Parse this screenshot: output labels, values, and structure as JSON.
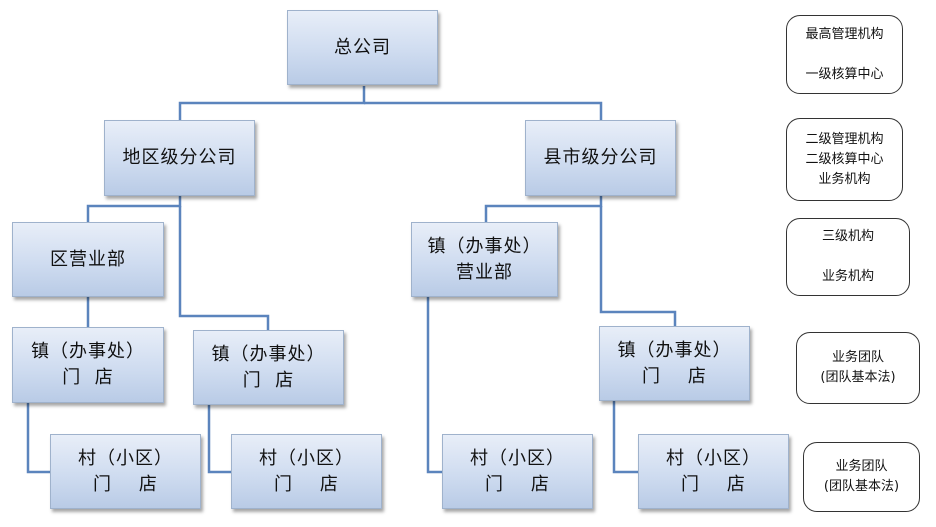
{
  "nodes": {
    "hq": [
      "总公司"
    ],
    "regional": [
      "地区级分公司"
    ],
    "county": [
      "县市级分公司"
    ],
    "district_office": [
      "区营业部"
    ],
    "town_office": [
      "镇（办事处）",
      "营业部"
    ],
    "town_store_1": [
      "镇（办事处）",
      "门  店"
    ],
    "town_store_2": [
      "镇（办事处）",
      "门  店"
    ],
    "town_store_3": [
      "镇（办事处）",
      "门    店"
    ],
    "village_store_1": [
      "村（小区）",
      "门    店"
    ],
    "village_store_2": [
      "村（小区）",
      "门    店"
    ],
    "village_store_3": [
      "村（小区）",
      "门    店"
    ],
    "village_store_4": [
      "村（小区）",
      "门    店"
    ]
  },
  "side_labels": {
    "level1": [
      "最高管理机构",
      "",
      "一级核算中心"
    ],
    "level2": [
      "二级管理机构",
      "二级核算中心",
      "业务机构"
    ],
    "level3": [
      "三级机构",
      "",
      "业务机构"
    ],
    "level4": [
      "业务团队",
      "(团队基本法)"
    ],
    "level5": [
      "业务团队",
      "(团队基本法)"
    ]
  },
  "colors": {
    "connector": "#5b84bd",
    "box_border": "#9fb2cc",
    "box_fill_top": "#e8eef8",
    "box_fill_bottom": "#b9cbe6"
  }
}
